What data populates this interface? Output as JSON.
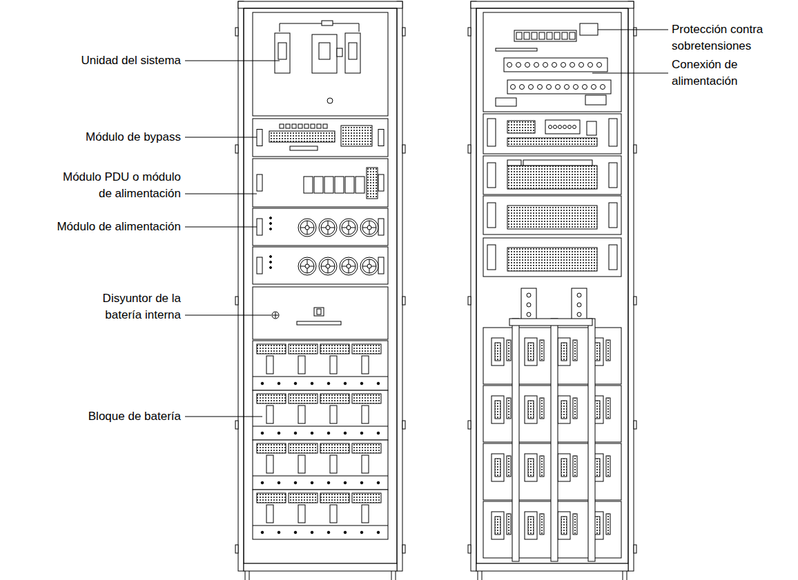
{
  "diagram": {
    "labels": [
      "Unidad del sistema",
      "Módulo de bypass",
      "Módulo PDU o módulo de alimentación",
      "Módulo de alimentación",
      "Disyuntor de la batería interna",
      "Bloque de batería",
      "Protección contra sobretensiones",
      "Conexión de alimentación"
    ]
  }
}
